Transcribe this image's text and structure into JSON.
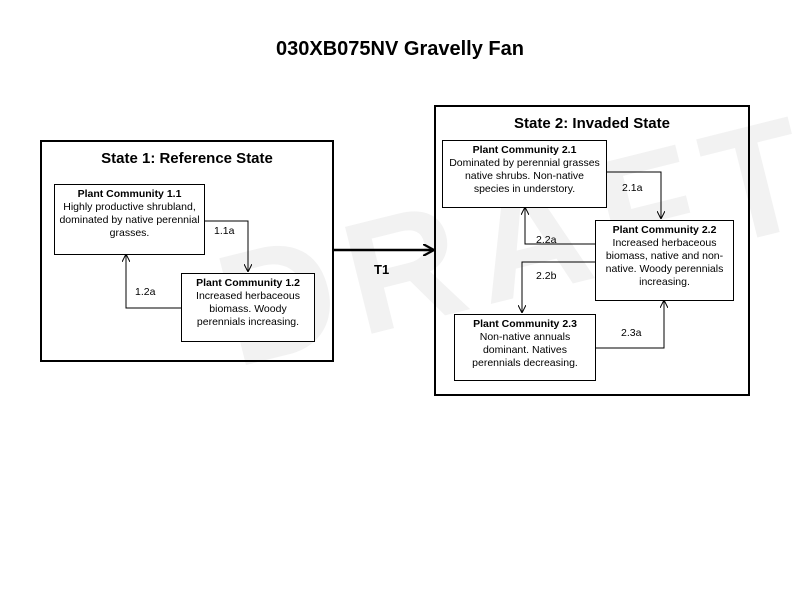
{
  "title": "030XB075NV Gravelly Fan",
  "watermark": "DRAFT",
  "states": [
    {
      "title": "State 1: Reference State",
      "communities": [
        {
          "title": "Plant Community 1.1",
          "description": "Highly productive shrubland, dominated by native perennial grasses."
        },
        {
          "title": "Plant Community 1.2",
          "description": "Increased herbaceous biomass. Woody perennials increasing."
        }
      ]
    },
    {
      "title": "State 2: Invaded State",
      "communities": [
        {
          "title": "Plant Community 2.1",
          "description": "Dominated by perennial grasses native shrubs. Non-native species in understory."
        },
        {
          "title": "Plant Community 2.2",
          "description": "Increased herbaceous biomass, native and non-native. Woody perennials increasing."
        },
        {
          "title": "Plant Community 2.3",
          "description": "Non-native annuals dominant. Natives perennials decreasing."
        }
      ]
    }
  ],
  "pathways": {
    "p1_1a": "1.1a",
    "p1_2a": "1.2a",
    "p2_1a": "2.1a",
    "p2_2a": "2.2a",
    "p2_2b": "2.2b",
    "p2_3a": "2.3a"
  },
  "transition": "T1"
}
